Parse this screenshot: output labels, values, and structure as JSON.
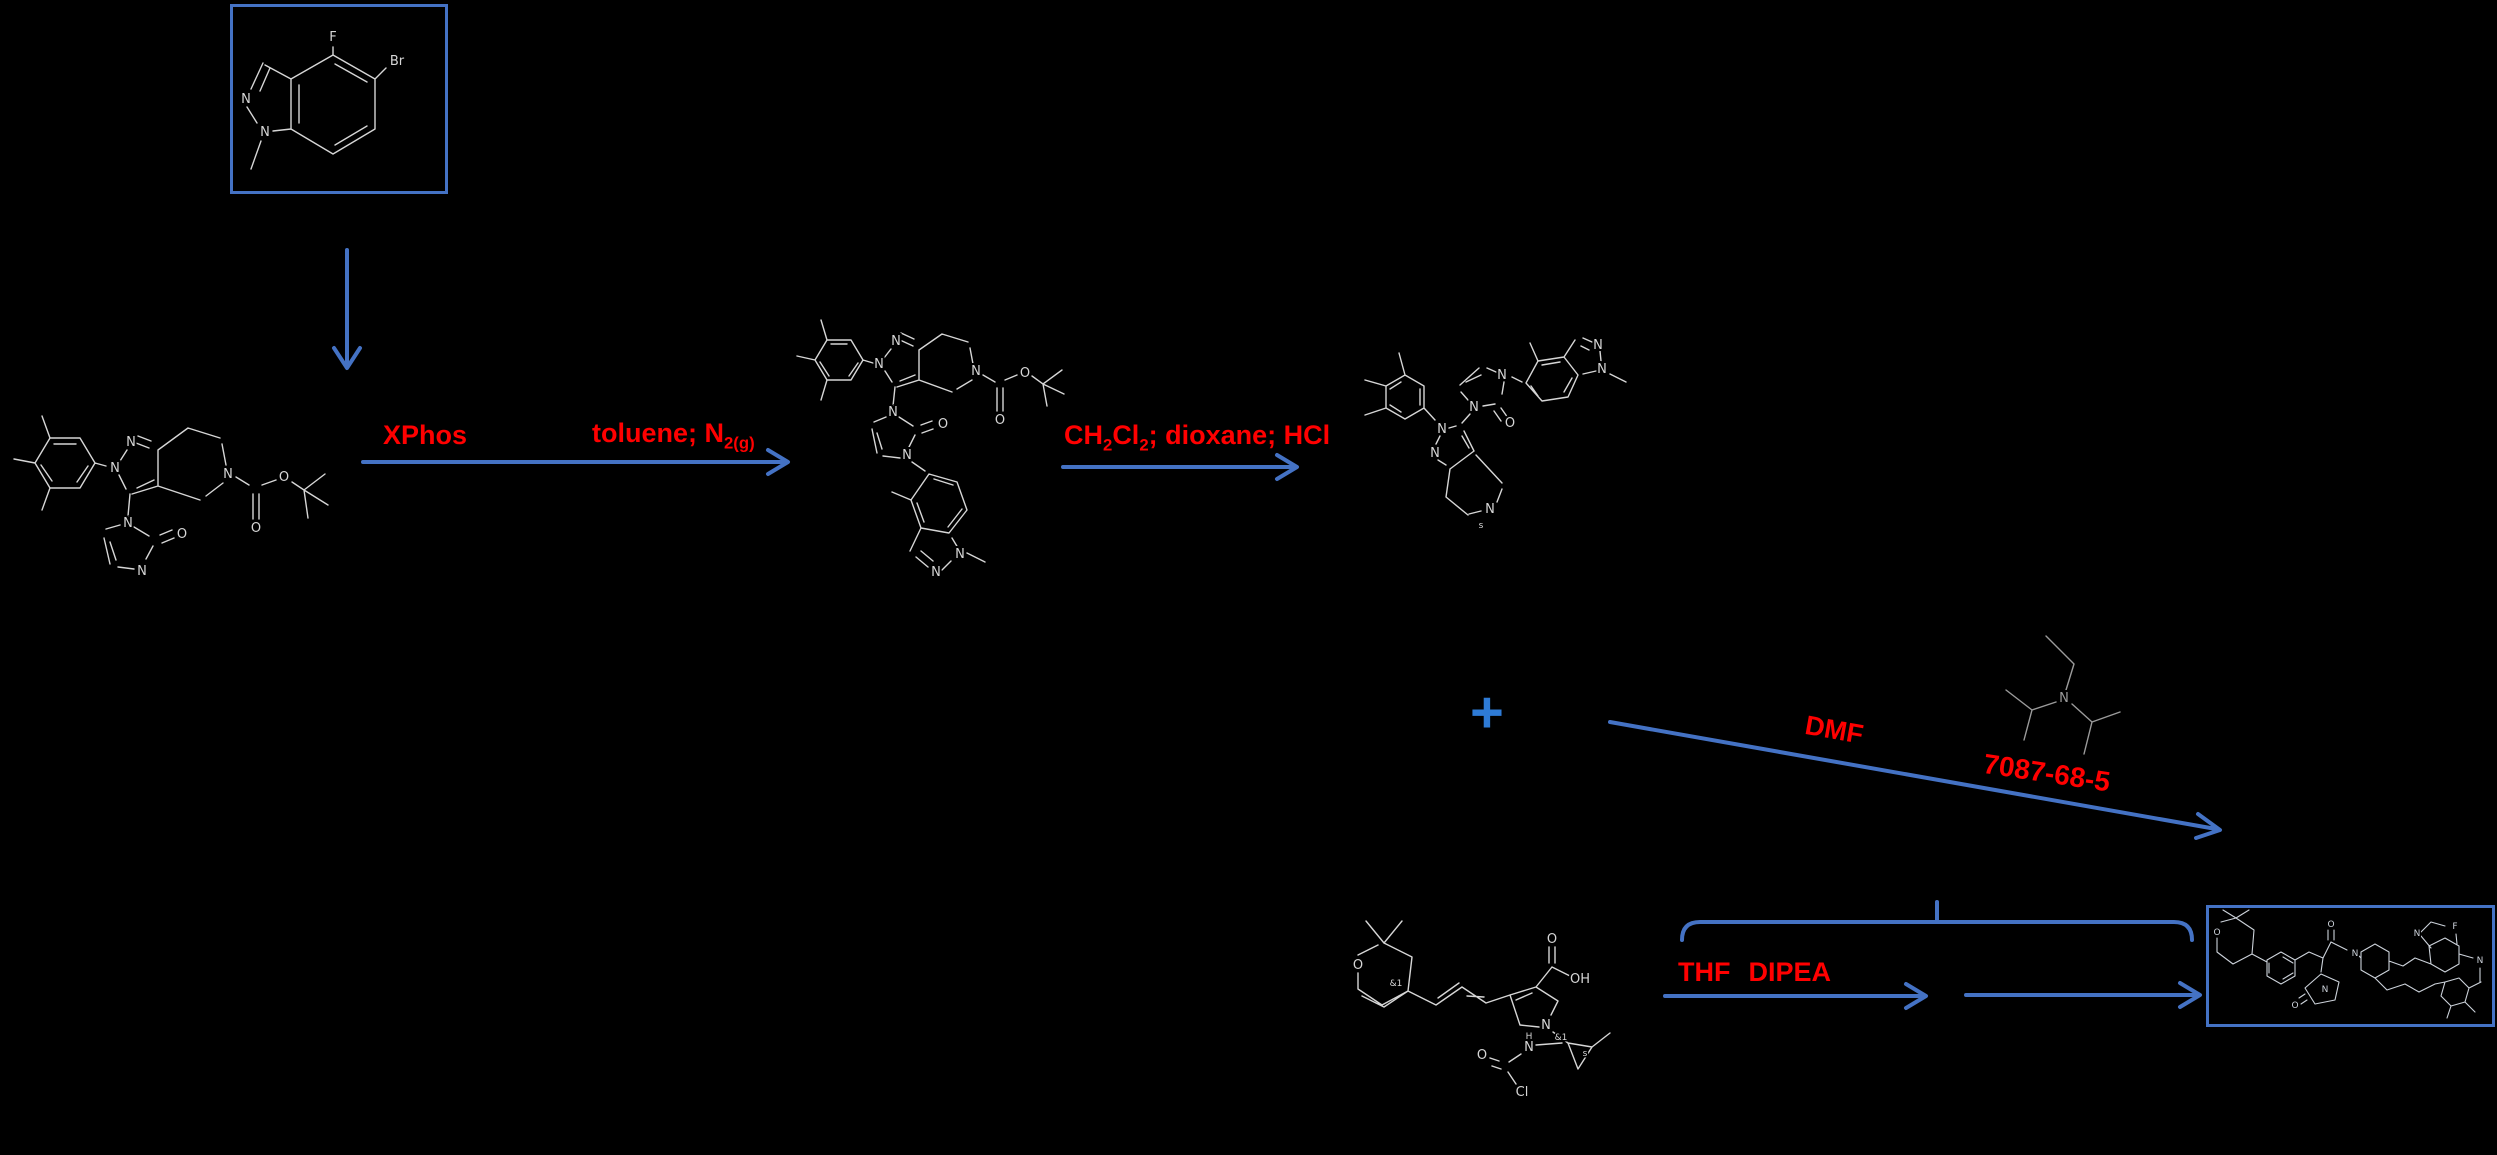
{
  "colors": {
    "background": "#000000",
    "arrow_blue": "#4472c4",
    "plus_blue": "#2e7bd6",
    "label_red": "#ff0000",
    "structure_gray": "#d6d6d6"
  },
  "labels": {
    "step1_reagent": "XPhos",
    "step1_conditions": {
      "segments": [
        {
          "t": "toluene; N"
        },
        {
          "t": "2(g)",
          "sub": true
        }
      ]
    },
    "step2_conditions": {
      "segments": [
        {
          "t": "CH"
        },
        {
          "t": "2",
          "sub": true
        },
        {
          "t": "Cl"
        },
        {
          "t": "2",
          "sub": true
        },
        {
          "t": "; dioxane; HCl"
        }
      ]
    },
    "step3_solvent": "DMF",
    "step3_reagent_cas": "7087-68-5",
    "step4_solvent": "THF",
    "step4_base": "DIPEA",
    "plus_sign": "+"
  },
  "structures": {
    "boxed_reactant": {
      "atoms": [
        "F",
        "Br",
        "N",
        "N"
      ]
    },
    "pyrazolopyridine_boc": {
      "atoms": [
        "N",
        "N",
        "N",
        "O",
        "O",
        "N",
        "O",
        "N"
      ]
    },
    "coupled_boc": {
      "atoms": [
        "N",
        "N",
        "N",
        "O",
        "O",
        "N",
        "O",
        "N",
        "N",
        "N"
      ]
    },
    "deprotected_amine": {
      "atoms": [
        "N",
        "N",
        "N",
        "N",
        "O",
        "N",
        "N",
        "N",
        "s"
      ]
    },
    "dipea_amine": {
      "atoms": [
        "N"
      ]
    },
    "acid_component": {
      "atoms": [
        "O",
        "&1",
        "N",
        "O",
        "OH",
        "&1",
        "s",
        "N",
        "H",
        "O",
        "Cl"
      ]
    },
    "final_product": {
      "atoms": [
        "O",
        "O",
        "N",
        "O",
        "N",
        "F",
        "N",
        "N"
      ]
    }
  }
}
